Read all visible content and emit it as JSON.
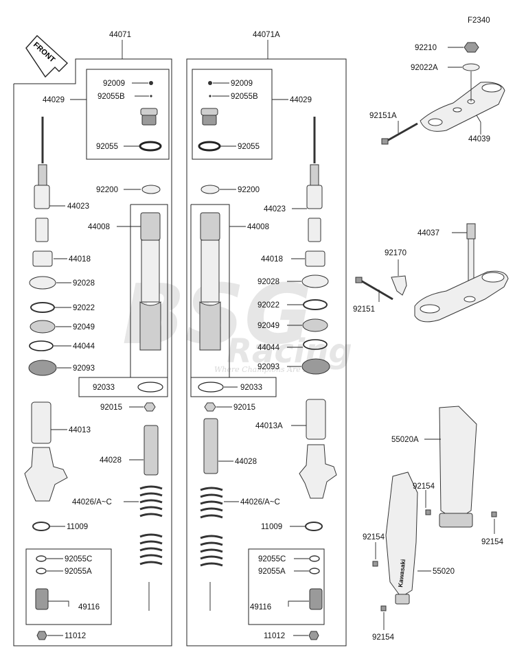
{
  "figure_code": "F2340",
  "front_marker": "FRONT",
  "watermark": {
    "brand_main": "BSG",
    "brand_sub": "Racing",
    "tagline": "Where Champions Are Made"
  },
  "left_fork": {
    "assembly": "44071",
    "labels": {
      "cap_bolt": "92009",
      "bleed_screw": "92055B",
      "cap_group": "44029",
      "cap_oring": "92055",
      "washer": "92200",
      "damper_rod": "44023",
      "inner_tube": "44008",
      "bushing": "44018",
      "guide_bushing": "92028",
      "washer_seal": "92022",
      "oil_seal": "92049",
      "stop_ring": "44044",
      "dust_seal": "92093",
      "tube_oring": "92033",
      "nut": "92015",
      "outer_tube": "44013",
      "rod": "44028",
      "spring": "44026/A~C",
      "gasket": "11009",
      "oring_c": "92055C",
      "oring_a": "92055A",
      "base_valve": "49116",
      "drain_bolt": "11012"
    }
  },
  "right_fork": {
    "assembly": "44071A",
    "labels": {
      "cap_bolt": "92009",
      "bleed_screw": "92055B",
      "cap_group": "44029",
      "cap_oring": "92055",
      "washer": "92200",
      "damper_rod": "44023",
      "inner_tube": "44008",
      "bushing": "44018",
      "guide_bushing": "92028",
      "washer_seal": "92022",
      "oil_seal": "92049",
      "stop_ring": "44044",
      "dust_seal": "92093",
      "tube_oring": "92033",
      "nut": "92015",
      "outer_tube": "44013A",
      "rod": "44028",
      "spring": "44026/A~C",
      "gasket": "11009",
      "oring_c": "92055C",
      "oring_a": "92055A",
      "base_valve": "49116",
      "drain_bolt": "11012"
    }
  },
  "upper_clamp": {
    "nut": "92210",
    "washer": "92022A",
    "bolt": "92151A",
    "bracket": "44039"
  },
  "lower_clamp": {
    "stem": "44037",
    "holder": "92170",
    "bolt": "92151"
  },
  "guards": {
    "guard_right": "55020A",
    "guard_left": "55020",
    "screw_1": "92154",
    "screw_2": "92154",
    "screw_3": "92154",
    "screw_4": "92154",
    "guard_brand": "Kawasaki"
  }
}
